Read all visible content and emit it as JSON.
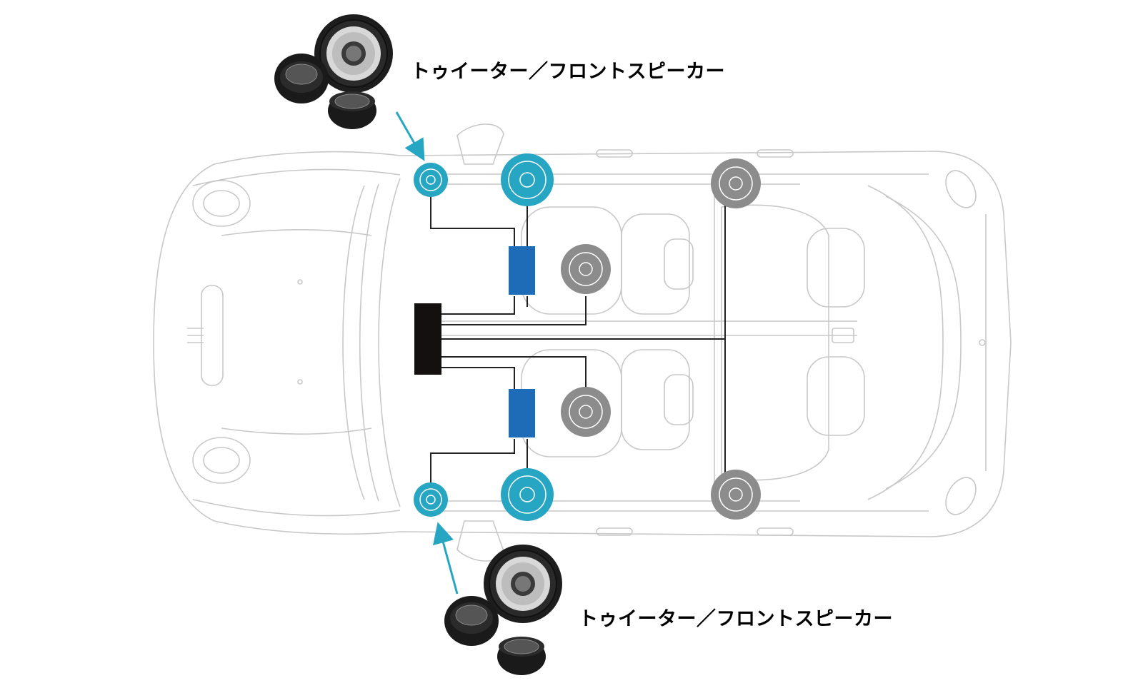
{
  "labels": {
    "top": "トゥイーター／フロントスピーカー",
    "bottom": "トゥイーター／フロントスピーカー"
  },
  "colors": {
    "highlight": "#27A6C4",
    "highlight_dark": "#1590AE",
    "rear_speaker": "#8C8C8C",
    "crossover": "#1E6BB8",
    "amplifier": "#151010",
    "wiring": "#222222",
    "car_outline": "#C8C8C8",
    "arrow": "#27A6C4"
  },
  "icons": {
    "product_top": "speaker-kit-photo",
    "product_bottom": "speaker-kit-photo"
  }
}
